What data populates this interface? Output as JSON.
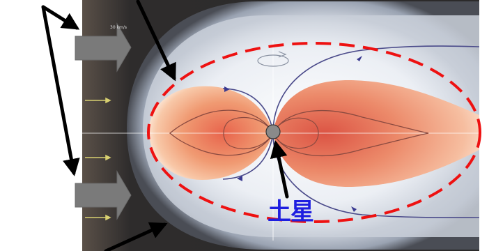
{
  "labels": {
    "planet": "土星",
    "corner_note": "30 km/s"
  },
  "colors": {
    "planet_label": "#1e1ee0",
    "boundary_dashed": "#ee1111",
    "arrow_black": "#000000",
    "wind_block": "#7a7a7a",
    "field_line": "#4a4a8a",
    "magnetosphere_core": "#e0604a",
    "background_dark": "#2b2a2a"
  },
  "icons": {
    "planet_marker": "gray-circle",
    "wind_indicator": "gray-block-arrow",
    "pointer": "black-line-arrow"
  }
}
